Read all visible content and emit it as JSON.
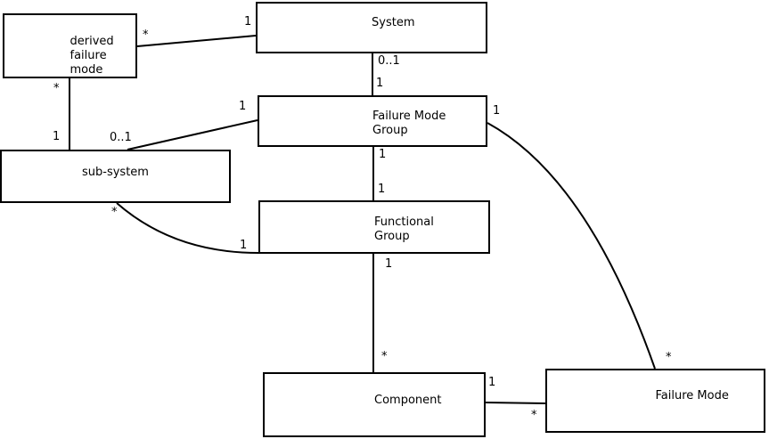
{
  "diagram": {
    "type": "uml-class-diagram",
    "background_color": "#ffffff",
    "line_color": "#000000",
    "boxes": {
      "derived_failure_mode": {
        "label": "derived\nfailure\nmode"
      },
      "system": {
        "label": "System"
      },
      "failure_mode_group": {
        "label": "Failure Mode\nGroup"
      },
      "sub_system": {
        "label": "sub-system"
      },
      "functional_group": {
        "label": "Functional\nGroup"
      },
      "component": {
        "label": "Component"
      },
      "failure_mode": {
        "label": "Failure Mode"
      }
    },
    "multiplicities": {
      "dfm_system_star": "*",
      "dfm_system_one": "1",
      "system_fmg_zero_one": "0..1",
      "system_fmg_one": "1",
      "subsystem_fmg_one": "1",
      "subsystem_fmg_zero_one": "0..1",
      "dfm_subsystem_star": "*",
      "dfm_subsystem_one": "1",
      "fmg_failuremode_one": "1",
      "fmg_failuremode_star": "*",
      "fmg_fg_one_top": "1",
      "fmg_fg_one_bottom": "1",
      "subsystem_fg_star": "*",
      "subsystem_fg_one": "1",
      "fg_component_one": "1",
      "fg_component_star": "*",
      "component_failuremode_one": "1",
      "component_failuremode_star": "*"
    }
  }
}
